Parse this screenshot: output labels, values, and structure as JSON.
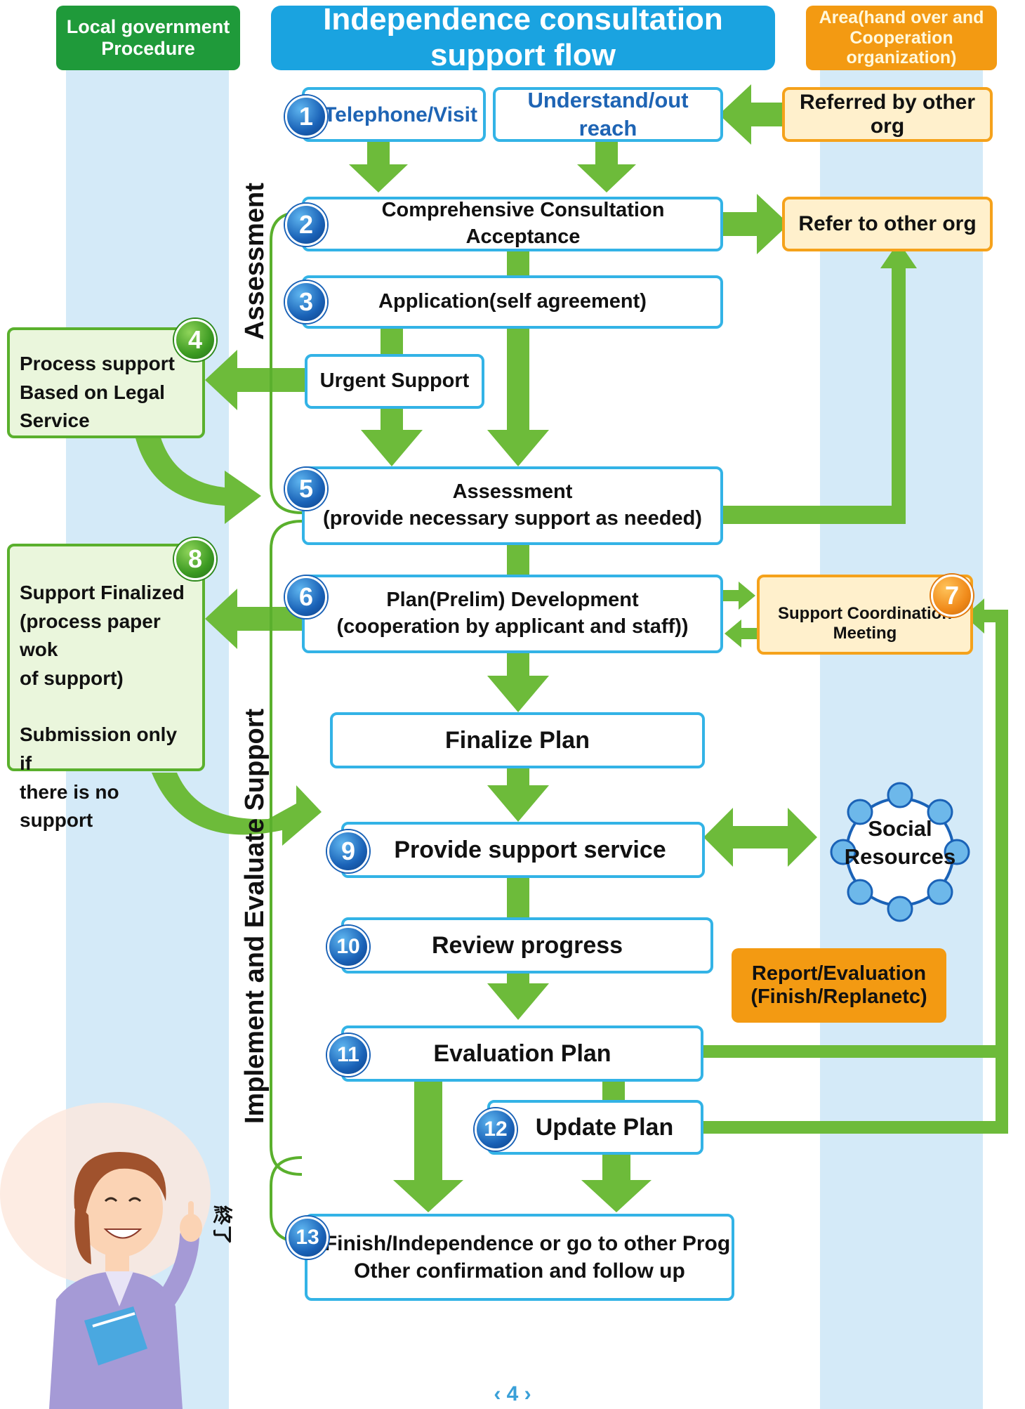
{
  "headers": {
    "left": "Local government Procedure",
    "center": "Independence consultation support flow",
    "right": "Area(hand over and Cooperation organization)"
  },
  "steps": {
    "s1a": {
      "num": "1",
      "label": "Telephone/Visit"
    },
    "s1b": {
      "label": "Understand/out reach"
    },
    "s2": {
      "num": "2",
      "label": "Comprehensive Consultation Acceptance"
    },
    "s3": {
      "num": "3",
      "label": "Application(self agreement)"
    },
    "urgent": {
      "label": "Urgent Support"
    },
    "s4": {
      "num": "4",
      "line1": "Process support",
      "line2": "Based on Legal Service"
    },
    "s5": {
      "num": "5",
      "line1": "Assessment",
      "line2": "(provide necessary support as needed)"
    },
    "s6": {
      "num": "6",
      "line1": "Plan(Prelim) Development",
      "line2": "(cooperation by applicant and staff))"
    },
    "s7": {
      "num": "7",
      "label": "Support Coordination Meeting"
    },
    "s8": {
      "num": "8",
      "line1": "Support Finalized",
      "line2": "(process paper wok",
      "line3": "of support)",
      "line4": "Submission only if",
      "line5": "there is no support"
    },
    "finalize": {
      "label": "Finalize Plan"
    },
    "s9": {
      "num": "9",
      "label": "Provide support service"
    },
    "s10": {
      "num": "10",
      "label": "Review progress"
    },
    "s11": {
      "num": "11",
      "label": "Evaluation Plan"
    },
    "s12": {
      "num": "12",
      "label": "Update Plan"
    },
    "s13": {
      "num": "13",
      "line1": "Finish/Independence or go to other Prog",
      "line2": "Other confirmation and follow up"
    }
  },
  "external": {
    "referred": "Referred by other org",
    "refer_to": "Refer to other org",
    "social_line1": "Social",
    "social_line2": "Resources",
    "report_line1": "Report/Evaluation",
    "report_line2": "(Finish/Replanetc)"
  },
  "phases": {
    "assessment": "Assessment",
    "implement": "Implement and Evaluate Support",
    "end": "終了"
  },
  "page_number": "4",
  "colors": {
    "band": "#d4eaf8",
    "blue_header": "#1aa3e0",
    "green_header": "#1f9a3a",
    "orange_header": "#f39a12",
    "arrow_green": "#6dbb3a",
    "box_border": "#33b3e6"
  }
}
